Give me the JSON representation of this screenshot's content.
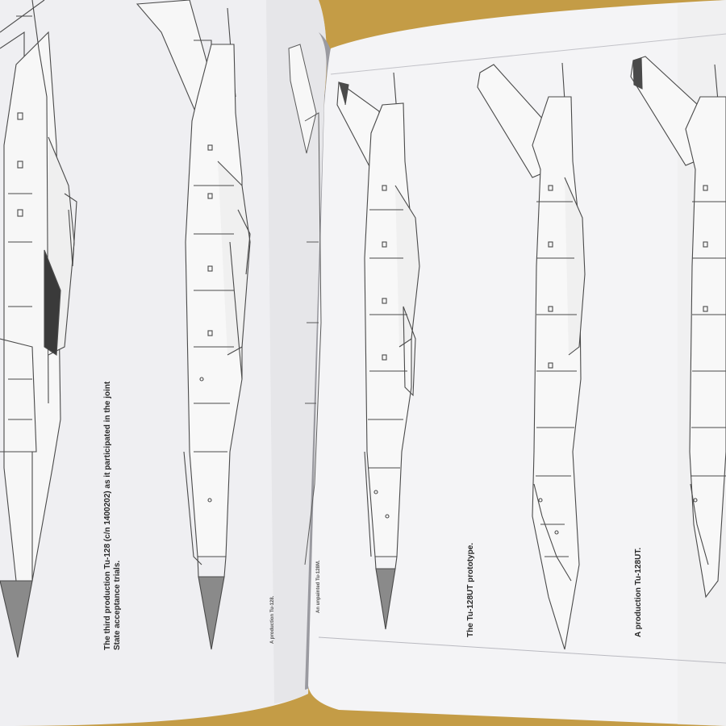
{
  "captions": {
    "left_page_1_line1": "The third production Tu-128 (c/n 1400202) as it participated in the joint",
    "left_page_1_line2": "State acceptance trials.",
    "left_page_2": "A production Tu-128.",
    "right_page_1": "An unpainted Tu-128M.",
    "right_page_2": "The Tu-128UT prototype.",
    "right_page_3": "A production Tu-128UT."
  },
  "colors": {
    "table_surface": "#c9a14a",
    "paper": "#f3f3f5",
    "line_art": "#4a4a4a",
    "nose_gray": "#8a8a8a"
  }
}
